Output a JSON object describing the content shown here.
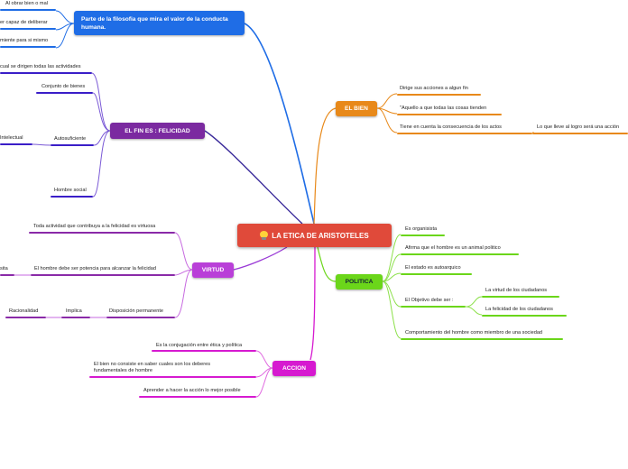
{
  "central": {
    "title": "LA ETICA DE ARISTOTELES",
    "icon": "lightbulb-icon",
    "color": "#e04a3a"
  },
  "branches": {
    "filosofia": {
      "title": "Parte de la filosofia que mira el valor de la conducta humana.",
      "color": "#1f6de6",
      "items": [
        "Al obrar bien o mal",
        "er capaz de deliberar",
        "miente para si mismo"
      ]
    },
    "felicidad": {
      "title": "EL FIN ES : FELICIDAD",
      "color": "#7b2aa0",
      "items": [
        "cual se dirigen todas las actividades",
        "Conjunto de bienes",
        "Autosuficiente",
        "Intelectual",
        "Hombre social"
      ]
    },
    "bien": {
      "title": "EL BIEN",
      "color": "#e8891a",
      "items": [
        "Dirige sus acciones a algun fin",
        "\"Aquello a que todas las cosas tienden",
        "Tiene en cuenta la consecuencia de los actos",
        "Lo que lleve al logro será una acción"
      ]
    },
    "virtud": {
      "title": "VIRTUD",
      "color": "#b93fd8",
      "items": [
        "Toda actividad que contribuya a la felicidad es virtuosa",
        "El hombre debe ser potencia para alcanzar la felicidad",
        "sita",
        "Disposición permanente",
        "Implica",
        "Racionalidad"
      ]
    },
    "politica": {
      "title": "POLITICA",
      "color": "#6bd61a",
      "items": [
        "Es organisista",
        "Afirma que el hombre es un animal politico",
        "El estado es autoarquico",
        "El Objetivo debe ser :",
        "La virtud de los ciudadanos",
        "La felicidad de los ciudadanos",
        "Comportamiento del hombre como miembro de una sociedad"
      ]
    },
    "accion": {
      "title": "ACCION",
      "color": "#d61ad0",
      "items": [
        "Es la conjugación entre ética y política",
        "El bien no consiste en saber cuales son los deberes fundamentales de hombre",
        "Aprender a hacer la acción lo mejor posible"
      ]
    }
  }
}
